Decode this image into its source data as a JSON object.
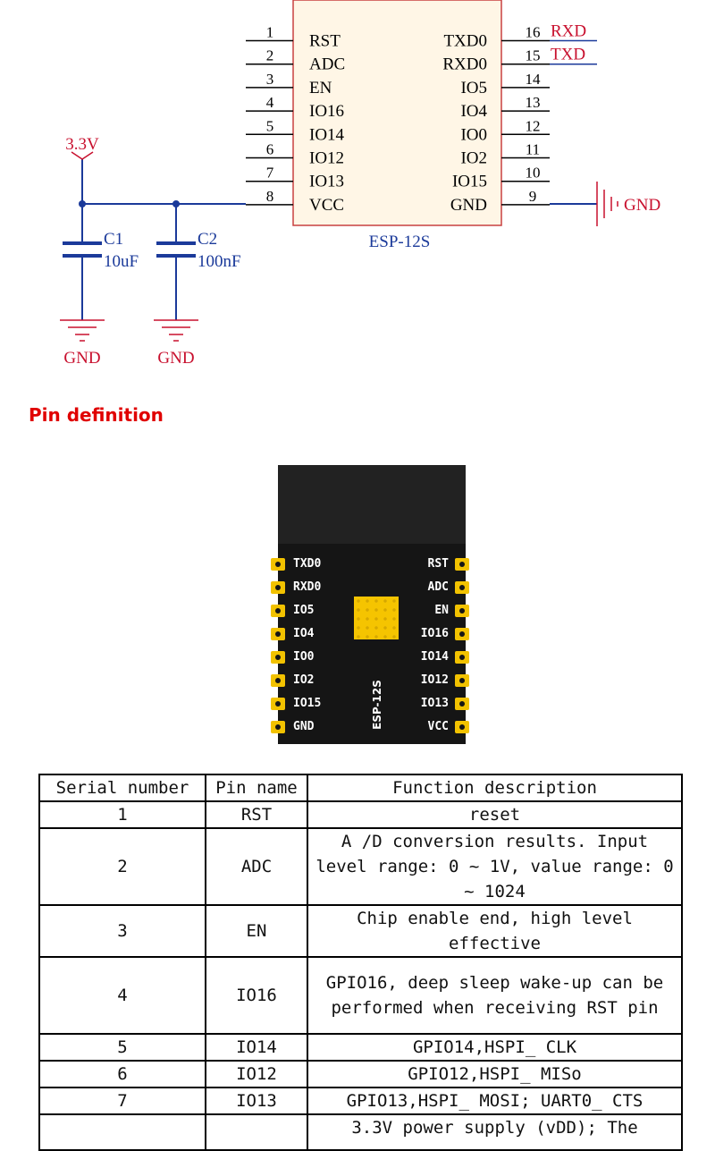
{
  "schematic": {
    "module_name": "ESP-12S",
    "left_pins": [
      {
        "num": "1",
        "name": "RST"
      },
      {
        "num": "2",
        "name": "ADC"
      },
      {
        "num": "3",
        "name": "EN"
      },
      {
        "num": "4",
        "name": "IO16"
      },
      {
        "num": "5",
        "name": "IO14"
      },
      {
        "num": "6",
        "name": "IO12"
      },
      {
        "num": "7",
        "name": "IO13"
      },
      {
        "num": "8",
        "name": "VCC"
      }
    ],
    "right_pins": [
      {
        "num": "16",
        "name": "TXD0",
        "net": "RXD"
      },
      {
        "num": "15",
        "name": "RXD0",
        "net": "TXD"
      },
      {
        "num": "14",
        "name": "IO5",
        "net": ""
      },
      {
        "num": "13",
        "name": "IO4",
        "net": ""
      },
      {
        "num": "12",
        "name": "IO0",
        "net": ""
      },
      {
        "num": "11",
        "name": "IO2",
        "net": ""
      },
      {
        "num": "10",
        "name": "IO15",
        "net": ""
      },
      {
        "num": "9",
        "name": "GND",
        "net": ""
      }
    ],
    "power_label": "3.3V",
    "gnd_label": "GND",
    "c1_name": "C1",
    "c1_value": "10uF",
    "c2_name": "C2",
    "c2_value": "100nF",
    "gnd1_label": "GND",
    "gnd2_label": "GND",
    "colors": {
      "wire": "#1b3a9a",
      "component": "#c8102e",
      "chip_fill": "#fff6e6",
      "chip_border": "#c84040",
      "text": "#000000",
      "label_red": "#c8102e",
      "label_blue": "#1b3a9a"
    }
  },
  "section_title": "Pin definition",
  "module": {
    "name": "ESP-12S",
    "left_labels": [
      "TXD0",
      "RXD0",
      "IO5",
      "IO4",
      "IO0",
      "IO2",
      "IO15",
      "GND"
    ],
    "right_labels": [
      "RST",
      "ADC",
      "EN",
      "IO16",
      "IO14",
      "IO12",
      "IO13",
      "VCC"
    ]
  },
  "table": {
    "headers": [
      "Serial number",
      "Pin name",
      "Function description"
    ],
    "rows": [
      {
        "serial": "1",
        "pin": "RST",
        "desc": "reset"
      },
      {
        "serial": "2",
        "pin": "ADC",
        "desc": "A /D conversion results. Input level range: 0 ~ 1V, value range: 0 ~ 1024"
      },
      {
        "serial": "3",
        "pin": "EN",
        "desc": "Chip enable end, high level effective"
      },
      {
        "serial": "4",
        "pin": "IO16",
        "desc": "GPIO16, deep sleep wake-up can be performed when receiving RST pin"
      },
      {
        "serial": "5",
        "pin": "IO14",
        "desc": "GPIO14,HSPI_ CLK"
      },
      {
        "serial": "6",
        "pin": "IO12",
        "desc": "GPIO12,HSPI_ MISo"
      },
      {
        "serial": "7",
        "pin": "IO13",
        "desc": "GPIO13,HSPI_ MOSI; UART0_ CTS"
      },
      {
        "serial": "",
        "pin": "",
        "desc": "3.3V power supply (vDD); The"
      }
    ]
  }
}
